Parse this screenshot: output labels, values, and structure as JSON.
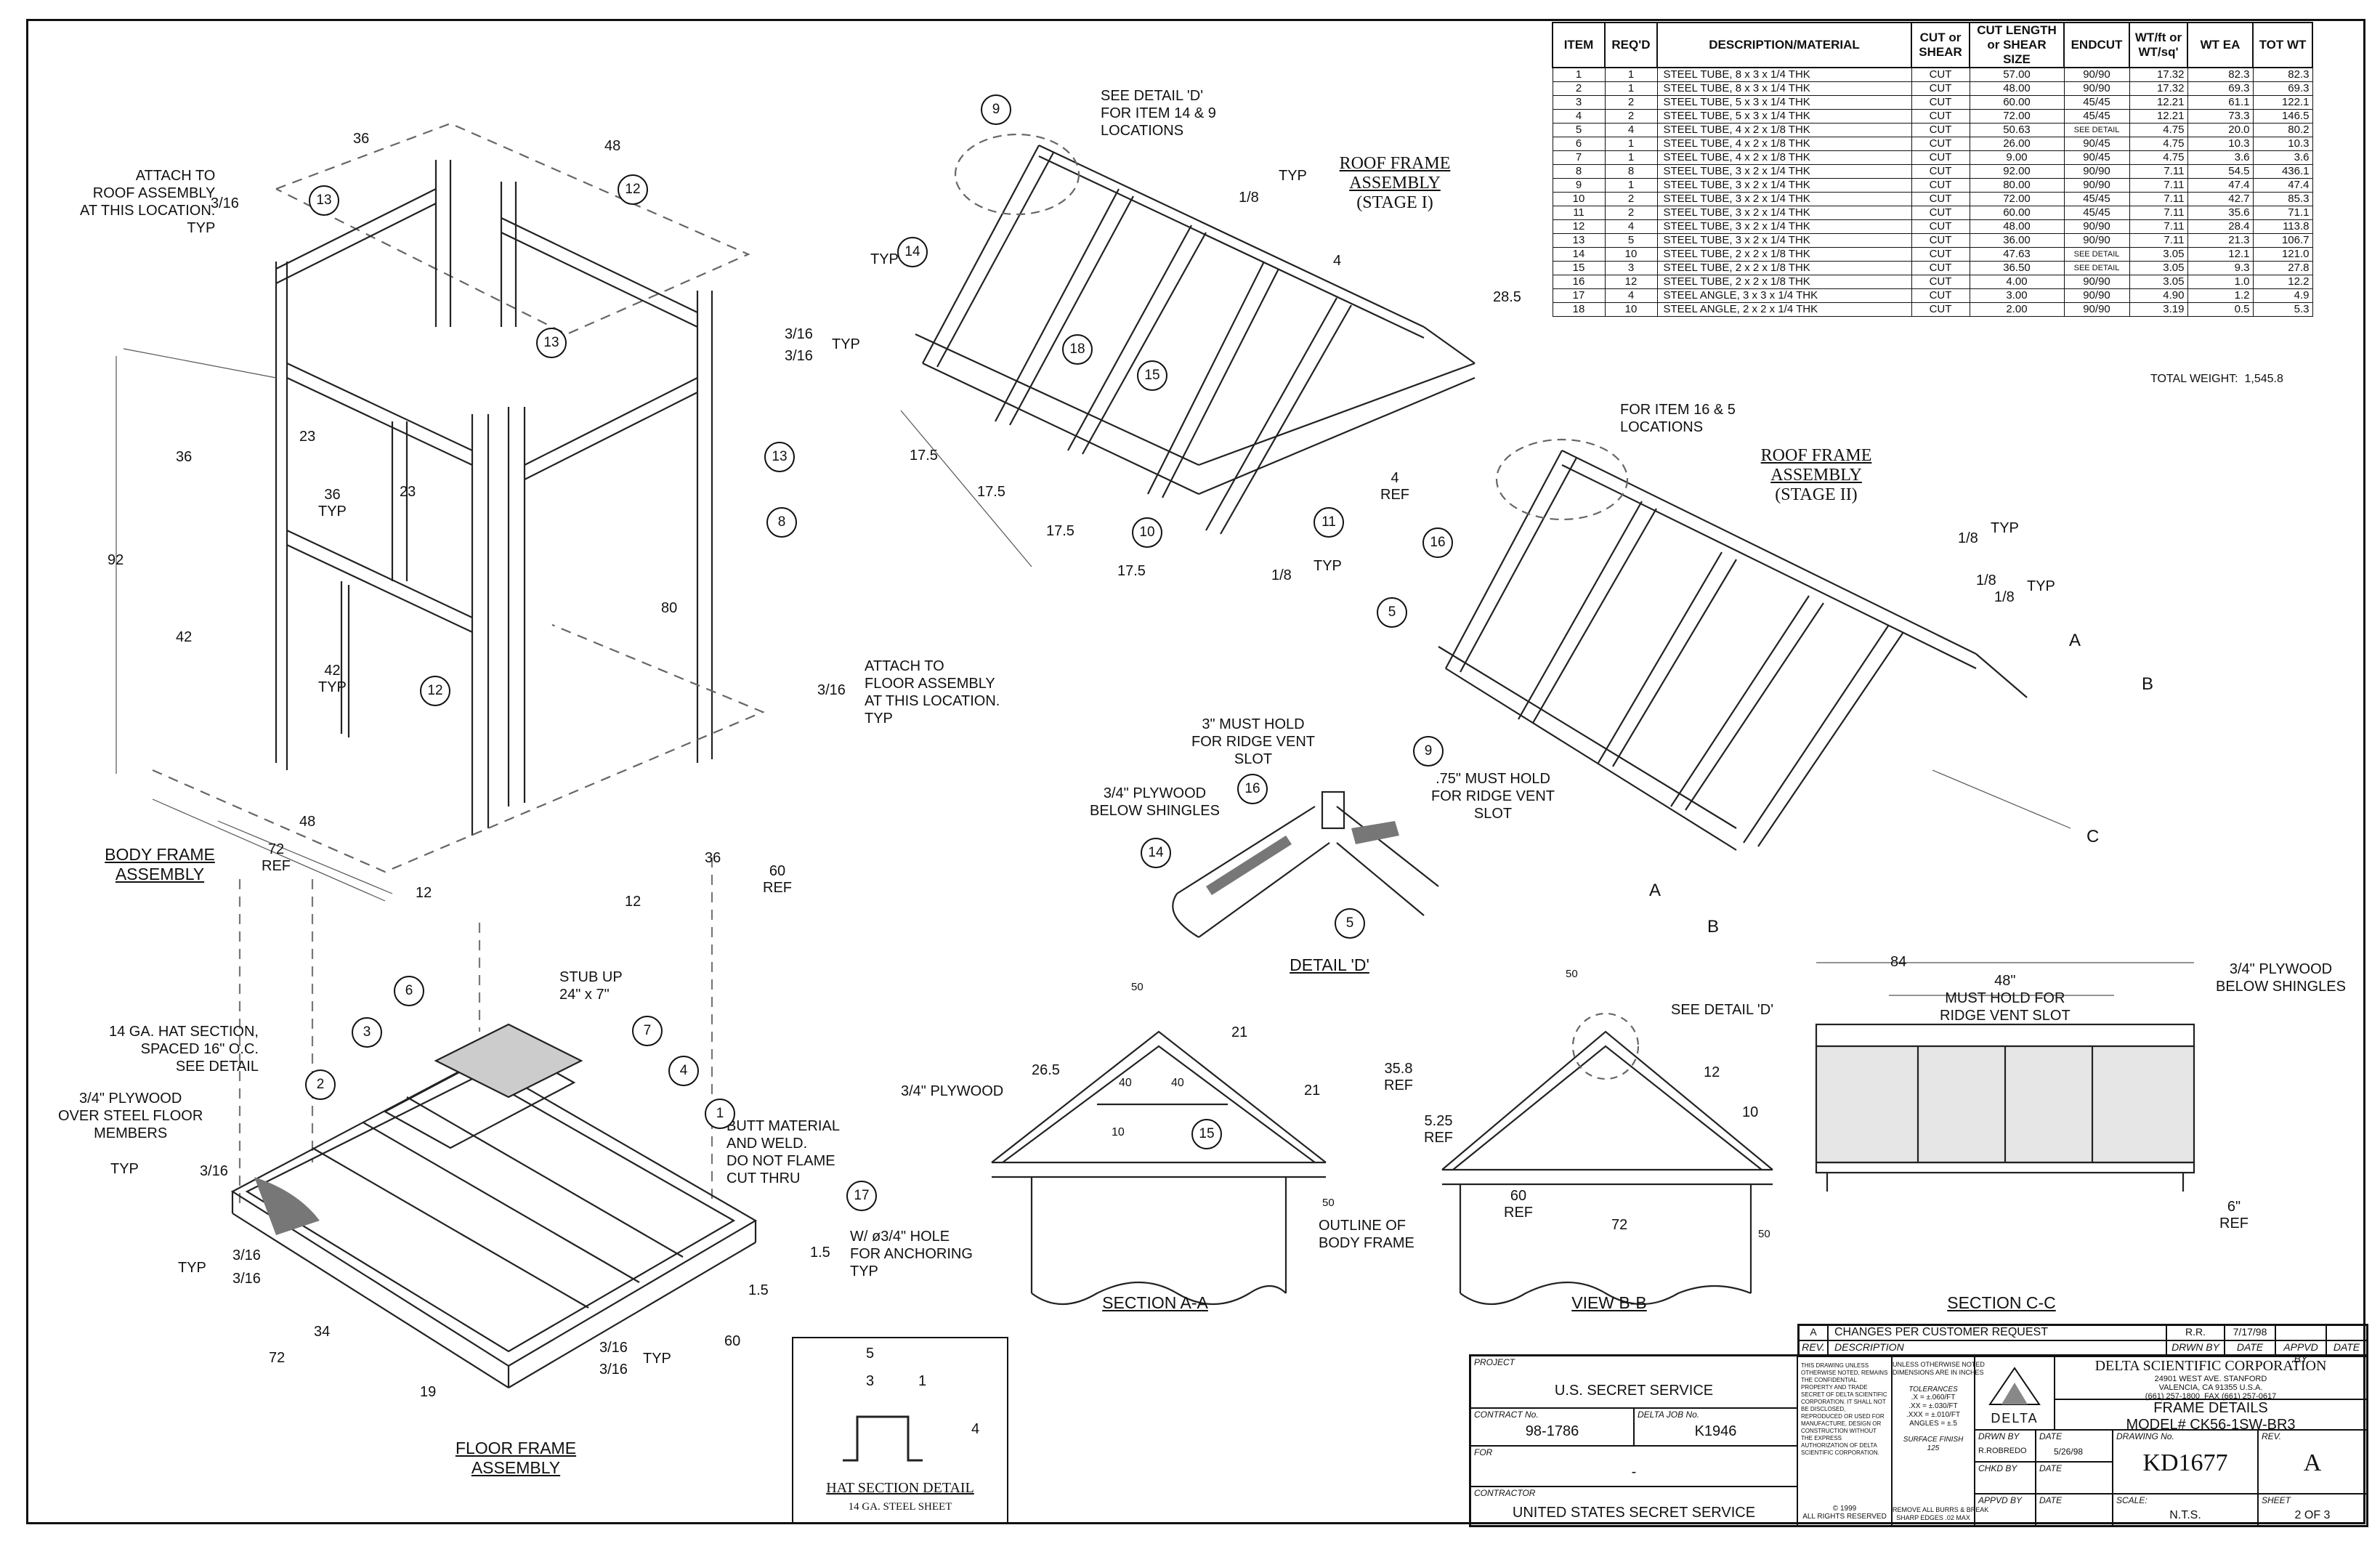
{
  "bom": {
    "headers": [
      "ITEM",
      "REQ'D",
      "DESCRIPTION/MATERIAL",
      "CUT or SHEAR",
      "CUT LENGTH or SHEAR SIZE",
      "ENDCUT",
      "WT/ft or WT/sq'",
      "WT EA",
      "TOT WT"
    ],
    "rows": [
      [
        "1",
        "1",
        "STEEL TUBE, 8 x 3 x 1/4 THK",
        "CUT",
        "57.00",
        "90/90",
        "17.32",
        "82.3",
        "82.3"
      ],
      [
        "2",
        "1",
        "STEEL TUBE, 8 x 3 x 1/4 THK",
        "CUT",
        "48.00",
        "90/90",
        "17.32",
        "69.3",
        "69.3"
      ],
      [
        "3",
        "2",
        "STEEL TUBE, 5 x 3 x 1/4 THK",
        "CUT",
        "60.00",
        "45/45",
        "12.21",
        "61.1",
        "122.1"
      ],
      [
        "4",
        "2",
        "STEEL TUBE, 5 x 3 x 1/4 THK",
        "CUT",
        "72.00",
        "45/45",
        "12.21",
        "73.3",
        "146.5"
      ],
      [
        "5",
        "4",
        "STEEL TUBE, 4 x 2 x 1/8 THK",
        "CUT",
        "50.63",
        "SEE DETAIL",
        "4.75",
        "20.0",
        "80.2"
      ],
      [
        "6",
        "1",
        "STEEL TUBE, 4 x 2 x 1/8 THK",
        "CUT",
        "26.00",
        "90/45",
        "4.75",
        "10.3",
        "10.3"
      ],
      [
        "7",
        "1",
        "STEEL TUBE, 4 x 2 x 1/8 THK",
        "CUT",
        "9.00",
        "90/45",
        "4.75",
        "3.6",
        "3.6"
      ],
      [
        "8",
        "8",
        "STEEL TUBE, 3 x 2 x 1/4 THK",
        "CUT",
        "92.00",
        "90/90",
        "7.11",
        "54.5",
        "436.1"
      ],
      [
        "9",
        "1",
        "STEEL TUBE, 3 x 2 x 1/4 THK",
        "CUT",
        "80.00",
        "90/90",
        "7.11",
        "47.4",
        "47.4"
      ],
      [
        "10",
        "2",
        "STEEL TUBE, 3 x 2 x 1/4 THK",
        "CUT",
        "72.00",
        "45/45",
        "7.11",
        "42.7",
        "85.3"
      ],
      [
        "11",
        "2",
        "STEEL TUBE, 3 x 2 x 1/4 THK",
        "CUT",
        "60.00",
        "45/45",
        "7.11",
        "35.6",
        "71.1"
      ],
      [
        "12",
        "4",
        "STEEL TUBE, 3 x 2 x 1/4 THK",
        "CUT",
        "48.00",
        "90/90",
        "7.11",
        "28.4",
        "113.8"
      ],
      [
        "13",
        "5",
        "STEEL TUBE, 3 x 2 x 1/4 THK",
        "CUT",
        "36.00",
        "90/90",
        "7.11",
        "21.3",
        "106.7"
      ],
      [
        "14",
        "10",
        "STEEL TUBE, 2 x 2 x 1/8 THK",
        "CUT",
        "47.63",
        "SEE DETAIL",
        "3.05",
        "12.1",
        "121.0"
      ],
      [
        "15",
        "3",
        "STEEL TUBE, 2 x 2 x 1/8 THK",
        "CUT",
        "36.50",
        "SEE DETAIL",
        "3.05",
        "9.3",
        "27.8"
      ],
      [
        "16",
        "12",
        "STEEL TUBE, 2 x 2 x 1/8 THK",
        "CUT",
        "4.00",
        "90/90",
        "3.05",
        "1.0",
        "12.2"
      ],
      [
        "17",
        "4",
        "STEEL ANGLE, 3 x 3 x 1/4 THK",
        "CUT",
        "3.00",
        "90/90",
        "4.90",
        "1.2",
        "4.9"
      ],
      [
        "18",
        "10",
        "STEEL ANGLE, 2 x 2 x 1/4 THK",
        "CUT",
        "2.00",
        "90/90",
        "3.19",
        "0.5",
        "5.3"
      ]
    ],
    "total_label": "TOTAL WEIGHT:",
    "total_value": "1,545.8"
  },
  "titles": {
    "body_frame": "BODY FRAME\nASSEMBLY",
    "floor_frame": "FLOOR FRAME\nASSEMBLY",
    "roof_stage1": "ROOF FRAME\nASSEMBLY",
    "roof_stage1_sub": "(STAGE I)",
    "roof_stage2": "ROOF FRAME\nASSEMBLY",
    "roof_stage2_sub": "(STAGE II)",
    "detail_d": "DETAIL 'D'",
    "section_aa": "SECTION A-A",
    "view_bb": "VIEW B-B",
    "section_cc": "SECTION C-C",
    "hat_section": "HAT SECTION DETAIL",
    "hat_sub": "14 GA. STEEL SHEET"
  },
  "notes": {
    "attach_roof": "ATTACH TO\nROOF ASSEMBLY\nAT THIS LOCATION.\nTYP",
    "attach_floor": "ATTACH TO\nFLOOR ASSEMBLY\nAT THIS LOCATION.\nTYP",
    "see_detail_d_items": "SEE DETAIL 'D'\nFOR ITEM 14 & 9\nLOCATIONS",
    "for_item_16_5": "FOR ITEM 16 & 5\nLOCATIONS",
    "must_hold_3": "3\" MUST HOLD\nFOR RIDGE VENT\nSLOT",
    "must_hold_75": ".75\" MUST HOLD\nFOR RIDGE VENT\nSLOT",
    "plywood_below": "3/4\" PLYWOOD\nBELOW SHINGLES",
    "plywood_below_cc": "3/4\" PLYWOOD\nBELOW SHINGLES",
    "stub_up": "STUB UP\n24\" x 7\"",
    "hat_section_note": "14 GA. HAT SECTION,\nSPACED 16\" O.C.\nSEE DETAIL",
    "plywood_floor": "3/4\" PLYWOOD\nOVER STEEL FLOOR\nMEMBERS",
    "butt_material": "BUTT MATERIAL\nAND WELD.\nDO NOT FLAME\nCUT THRU",
    "anchor_hole": "W/ ø3/4\" HOLE\nFOR ANCHORING\nTYP",
    "plywood_aa": "3/4\" PLYWOOD",
    "see_detail_d": "SEE DETAIL 'D'",
    "outline_body": "OUTLINE OF\nBODY FRAME",
    "must_hold_48": "48\"\nMUST HOLD FOR\nRIDGE VENT SLOT",
    "weld_316": "3/16",
    "weld_18": "1/8",
    "typ": "TYP"
  },
  "dims": {
    "d36a": "36",
    "d48a": "48",
    "d92": "92",
    "d36b": "36",
    "d42": "42",
    "d23a": "23",
    "d23b": "23",
    "d36typ": "36\nTYP",
    "d42typ": "42\nTYP",
    "d80": "80",
    "d48b": "48",
    "d72ref": "72\nREF",
    "d12a": "12",
    "d12b": "12",
    "d36c": "36",
    "d60ref": "60\nREF",
    "d17_5a": "17.5",
    "d17_5b": "17.5",
    "d17_5c": "17.5",
    "d17_5d": "17.5",
    "d28_5": "28.5",
    "d4a": "4",
    "d4ref": "4\nREF",
    "d1_5a": "1.5",
    "d1_5b": "1.5",
    "d34": "34",
    "d72": "72",
    "d19": "19",
    "d60": "60",
    "d50a": "50",
    "d26_5": "26.5",
    "d21a": "21",
    "d21b": "21",
    "d40a": "40",
    "d40b": "40",
    "d10": "10",
    "d50b": "50",
    "d50c": "50",
    "d35_8": "35.8\nREF",
    "d12c": "12",
    "d10b": "10",
    "d5_25": "5.25\nREF",
    "d60ref2": "60\nREF",
    "d72b": "72",
    "d50d": "50",
    "d84": "84",
    "d6": "6\"\nREF",
    "hat5": "5",
    "hat3": "3",
    "hat1": "1",
    "hat4": "4"
  },
  "revision": {
    "rev": "A",
    "description": "CHANGES PER CUSTOMER REQUEST",
    "drwn_by": "R.R.",
    "date": "7/17/98",
    "h_rev": "REV.",
    "h_desc": "DESCRIPTION",
    "h_drwn": "DRWN BY",
    "h_date": "DATE",
    "h_appvd": "APPVD BY",
    "h_date2": "DATE"
  },
  "titleblock": {
    "project_label": "PROJECT",
    "project": "U.S. SECRET SERVICE",
    "contract_label": "CONTRACT No.",
    "contract": "98-1786",
    "job_label": "DELTA JOB No.",
    "job": "K1946",
    "for_label": "FOR",
    "for_value": "-",
    "contractor_label": "CONTRACTOR",
    "contractor": "UNITED STATES SECRET SERVICE",
    "confidential": "THIS DRAWING UNLESS OTHERWISE NOTED, REMAINS THE CONFIDENTIAL PROPERTY AND TRADE SECRET OF DELTA SCIENTIFIC CORPORATION. IT SHALL NOT BE DISCLOSED, REPRODUCED OR USED FOR MANUFACTURE, DESIGN OR CONSTRUCTION WITHOUT THE EXPRESS AUTHORIZATION OF DELTA SCIENTIFIC CORPORATION.",
    "copyright": "© 1999\nALL RIGHTS RESERVED",
    "tol_head": "UNLESS OTHERWISE NOTED\nDIMENSIONS ARE IN INCHES",
    "tol_title": "TOLERANCES",
    "tol_lines": ".X = ±.060/FT\n.XX = ±.030/FT\n.XXX = ±.010/FT\nANGLES = ±.5",
    "surface": "SURFACE FINISH\n125",
    "burrs": "REMOVE ALL BURRS & BREAK\nSHARP EDGES .02 MAX",
    "company": "DELTA SCIENTIFIC CORPORATION",
    "address": "24901 WEST AVE. STANFORD\nVALENCIA, CA 91355 U.S.A.\n(661) 257-1800  FAX (661) 257-0617",
    "logo": "DELTA",
    "title1": "FRAME DETAILS",
    "title2": "MODEL# CK56-1SW-BR3",
    "drwn_label": "DRWN BY",
    "drwn": "R.ROBREDO",
    "date_label": "DATE",
    "date": "5/26/98",
    "chkd_label": "CHKD BY",
    "appvd_label": "APPVD BY",
    "drawing_no_label": "DRAWING No.",
    "drawing_no": "KD1677",
    "rev_label": "REV.",
    "rev": "A",
    "scale_label": "SCALE:",
    "scale": "N.T.S.",
    "sheet_label": "SHEET",
    "sheet": "2 OF 3"
  },
  "balloons": [
    "1",
    "2",
    "3",
    "4",
    "5",
    "6",
    "7",
    "8",
    "9",
    "10",
    "11",
    "12",
    "13",
    "14",
    "15",
    "16",
    "17",
    "18"
  ]
}
